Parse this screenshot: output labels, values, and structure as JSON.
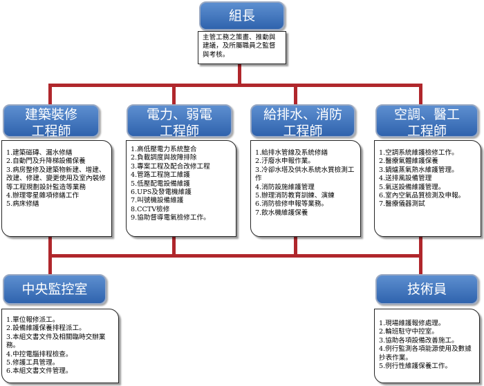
{
  "leader": {
    "title": "組長",
    "duty": "主管工務之策畫、推動與建議，及所屬職員之監督與考核。"
  },
  "engineers": [
    {
      "title_line1": "建築裝修",
      "title_line2": "工程師",
      "duties": [
        "1.建築磁磚、漏水修繕",
        "2.自動門及升降梯設備保養",
        "3.病房整修及建築物新建、增建、改建、修建、變更使用及室內裝修等工程規劃設計監造等業務",
        "4.辦理零星雜項修繕工作",
        "5.病床修繕"
      ]
    },
    {
      "title_line1": "電力、弱電",
      "title_line2": "工程師",
      "duties": [
        "1.高低壓電力系統整合",
        "2.負載調度與故障排除",
        "3.專案工程及配合改修工程",
        "4.管路工程施工維護",
        "5.低壓配電設備維護",
        "6.UPS及發電機維護",
        "7.叫號機設備維護",
        "8.CCTV檢修",
        "9.協助督導電氣檢修工作。"
      ]
    },
    {
      "title_line1": "給排水、消防",
      "title_line2": "工程師",
      "duties": [
        "1.給排水管線及系統修繕",
        "2.汙廢水申報作業。",
        "3.冷卻水塔及供水系統水質檢測工作",
        "4.消防設施維護管理",
        "5.辦理消防教育訓練、演練",
        "6.消防檢修申報等業務。",
        "7.飲水機維護保養"
      ]
    },
    {
      "title_line1": "空調、醫工",
      "title_line2": "工程師",
      "duties": [
        "1.空調系統維護檢修工作。",
        "2.醫療氣體維護保養",
        "3.鍋爐蒸氣熱水維護管理。",
        "4.送排風設備管理",
        "5.氣送設備維護管理。",
        "6.室內空氣品質檢測及申報。",
        "7.醫療儀器測試"
      ]
    }
  ],
  "control_room": {
    "title": "中央監控室",
    "duties": [
      "1.單位報修派工。",
      "2.設備維護保養排程派工。",
      "3.本組文書文件及相關臨時交辦業務。",
      "4.中控電腦排程檢查。",
      "5.修護工具管理。",
      "6.本組文書文件管理。"
    ]
  },
  "technician": {
    "title": "技術員",
    "duties": [
      "1.現場維護報修處理。",
      "2.輪班駐守中控室。",
      "3.協助各項設備改善施工。",
      "4.例行監測各項能源使用及數據抄表作業。",
      "5.例行性維護保養工作。"
    ]
  }
}
